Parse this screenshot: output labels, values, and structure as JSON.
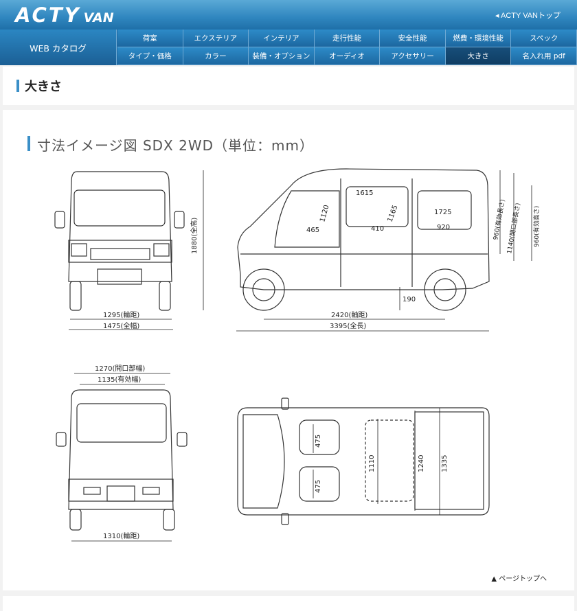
{
  "header": {
    "logo_main": "ACTY",
    "logo_sub": "VAN",
    "top_link": "◂ ACTY VANトップ"
  },
  "nav": {
    "web_catalog": "WEB カタログ",
    "row1": [
      "荷室",
      "エクステリア",
      "インテリア",
      "走行性能",
      "安全性能",
      "燃費・環境性能",
      "スペック"
    ],
    "row2": [
      "タイプ・価格",
      "カラー",
      "装備・オプション",
      "オーディオ",
      "アクセサリー",
      "大きさ",
      "名入れ用 pdf"
    ],
    "active": "大きさ"
  },
  "page": {
    "title": "大きさ",
    "subtitle": "寸法イメージ図 SDX 2WD（単位：mm）",
    "page_top": "▲ ページトップへ"
  },
  "dimensions": {
    "height_total": "1880(全高)",
    "tread_front": "1295(輪距)",
    "width_total": "1475(全幅)",
    "wheelbase": "2420(軸距)",
    "length_total": "3395(全長)",
    "ground_clearance": "190",
    "cabin_1615": "1615",
    "cabin_1120": "1120",
    "cabin_1165": "1165",
    "cabin_465": "465",
    "cabin_410": "410",
    "cargo_1725": "1725",
    "cargo_920": "920",
    "rear_960_effective": "960(有効長さ)",
    "rear_1140_opening": "1140(開口部長さ)",
    "rear_960_height": "960(有効高さ)",
    "opening_width": "1270(開口部幅)",
    "effective_width": "1135(有効幅)",
    "tread_rear": "1310(輪距)",
    "seat_475_a": "475",
    "seat_475_b": "475",
    "floor_1110": "1110",
    "floor_1240": "1240",
    "floor_1335": "1335"
  }
}
